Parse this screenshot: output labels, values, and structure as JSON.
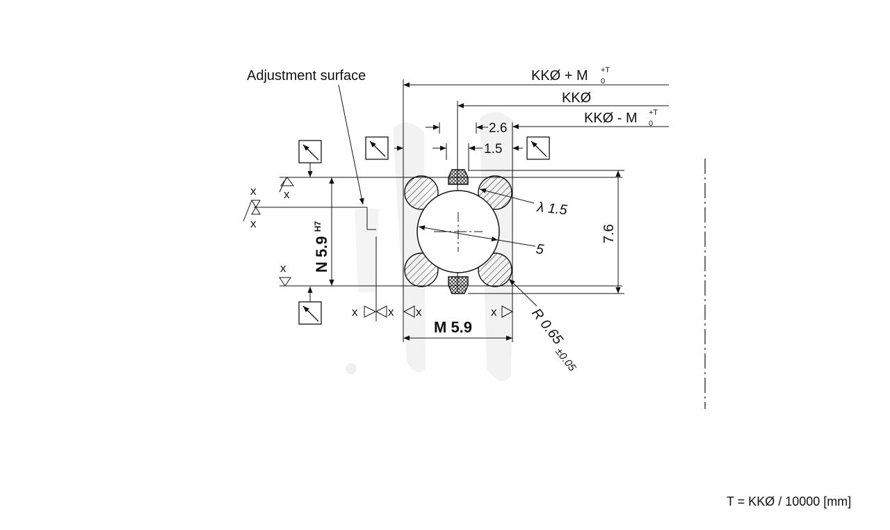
{
  "labels": {
    "adjustment_surface": "Adjustment surface",
    "kk_plus_main": "KKØ + M",
    "kk_plus_sup": "+T",
    "kk_plus_sub": "0",
    "kk": "KKØ",
    "kk_minus_main": "KKØ - M",
    "kk_minus_sup": "+T",
    "kk_minus_sub": "0",
    "dim_2_6": "2.6",
    "dim_1_5": "1.5",
    "lambda": "λ 1.5",
    "five": "5",
    "seven_six": "7.6",
    "n_main": "N 5.9",
    "n_sup": "H7",
    "m59": "M 5.9",
    "radius": "R 0.65",
    "radius_tol": "±0.05",
    "x": "x",
    "formula": "T = KKØ / 10000 [mm]"
  },
  "icons": {
    "tolerance_box": "diagonal-arrow-in-square-icon",
    "surface_triangle": "surface-finish-triangle-icon"
  },
  "colors": {
    "line": "#111111",
    "background": "#ffffff",
    "watermark": "#e9e9e9"
  }
}
